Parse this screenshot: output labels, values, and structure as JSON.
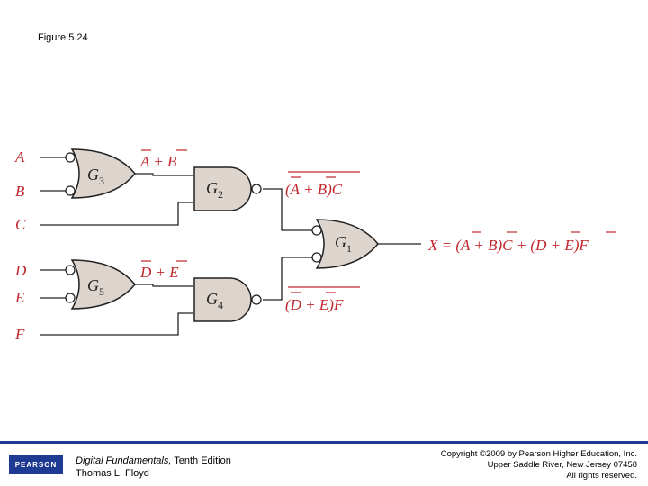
{
  "figure_title": "Figure 5.24",
  "inputs": [
    "A",
    "B",
    "C",
    "D",
    "E",
    "F"
  ],
  "gates": {
    "g3": {
      "name": "G",
      "sub": "3"
    },
    "g2": {
      "name": "G",
      "sub": "2"
    },
    "g5": {
      "name": "G",
      "sub": "5"
    },
    "g4": {
      "name": "G",
      "sub": "4"
    },
    "g1": {
      "name": "G",
      "sub": "1"
    }
  },
  "expressions": {
    "g3_out": "A + B",
    "g2_out": "(A + B)C",
    "g5_out": "D + E",
    "g4_out": "(D + E)F",
    "final": "X = (A + B)C + (D + E)F"
  },
  "footer": {
    "logo": "PEARSON",
    "book_title": "Digital Fundamentals,",
    "edition": " Tenth Edition",
    "author": "Thomas L. Floyd",
    "copyright_line1": "Copyright ©2009 by Pearson Higher Education, Inc.",
    "copyright_line2": "Upper Saddle River, New Jersey 07458",
    "copyright_line3": "All rights reserved."
  },
  "colors": {
    "gate_fill": "#ddd4ce",
    "wire": "#222222",
    "footer_blue": "#1f3a93"
  }
}
